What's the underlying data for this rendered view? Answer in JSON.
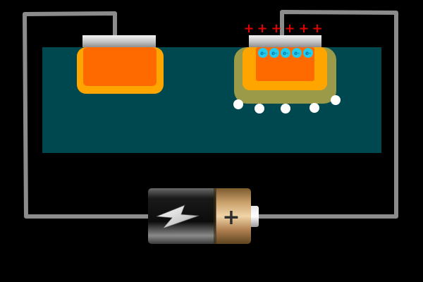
{
  "diagram": {
    "colors": {
      "background": "#000000",
      "substrate": "#004850",
      "wire": "#8c8c8c",
      "depletion_region": "#9a9a48",
      "n_well": "#ffa500",
      "doped_region": "#ff6a00",
      "plus_charge": "#e30000",
      "electron": "#22ccee",
      "hole": "#ffffff"
    },
    "left_electrode": {
      "icon": "metal-contact-plate"
    },
    "right_electrode": {
      "icon": "metal-contact-plate",
      "charge_symbols": [
        "+",
        "+",
        "+",
        "+",
        "+",
        "+"
      ],
      "electrons": [
        "e-",
        "e-",
        "e-",
        "e-",
        "e-"
      ],
      "hole_count": 5
    },
    "battery": {
      "icon": "battery-lightning-icon",
      "terminal_symbol": "+"
    }
  }
}
